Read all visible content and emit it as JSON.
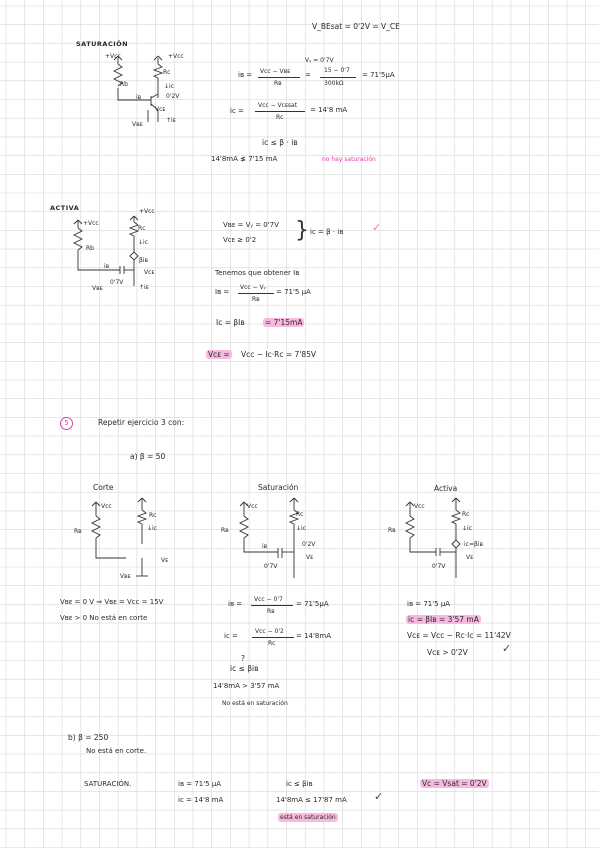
{
  "colors": {
    "grid": "#d7d7d7",
    "highlight": "#f7b9de",
    "accent_pink": "#e040a0"
  },
  "section1": {
    "top_eq": "V_BEsat = 0'2V = V_CE",
    "title": "SATURACIÓN",
    "circuit_labels": {
      "vcc_left": "+Vcc",
      "vcc_right": "+Vcc",
      "rb": "Rb",
      "rc": "Rc",
      "ic": "↓iᴄ",
      "ib": "iʙ",
      "v02": "0'2V",
      "vbe": "Vʙᴇ",
      "ie": "↑iᴇ",
      "vce": "Vᴄᴇ"
    },
    "vy": "Vᵧ = 0'7V",
    "ib_lhs": "iʙ =",
    "ib_num": "Vᴄᴄ − Vʙᴇ",
    "ib_den": "Rʙ",
    "ib_mid_num": "15 − 0'7",
    "ib_mid_den": "300kΩ",
    "ib_result": "= 71'5μA",
    "ic_lhs": "iᴄ =",
    "ic_num": "Vᴄᴄ − Vᴄᴇsat",
    "ic_den": "Rᴄ",
    "ic_result": "= 14'8 mA",
    "cond": "iᴄ ≤ β · iʙ",
    "cond_values": "14'8mA ≰ 7'15 mA",
    "verdict": "no hay saturación"
  },
  "section2": {
    "title": "ACTIVA",
    "circuit_labels": {
      "vcc_left": "+Vcc",
      "vcc_right": "+Vcc",
      "rb": "Rb",
      "rc": "Rc",
      "ic": "↓iᴄ",
      "ib": "iʙ",
      "bib": "βiʙ",
      "vce": "Vᴄᴇ",
      "vbe": "Vʙᴇ",
      "v07": "0'7V",
      "ie": "↑iᴇ"
    },
    "vbe_eq": "Vʙᴇ = Vᵧ = 0'7V",
    "vce_eq": "Vᴄᴇ ≥ 0'2",
    "brace_result": "iᴄ = β · iʙ",
    "check": "✓",
    "tenemos": "Tenemos que obtener  Iʙ",
    "ib_lhs": "Iʙ =",
    "ib_num": "Vᴄᴄ − Vᵧ",
    "ib_den": "Rʙ",
    "ib_result": "= 71'5 μA",
    "ic_eq": "Iᴄ = βIʙ",
    "ic_result": "= 7'15mA",
    "vce_label": "Vᴄᴇ =",
    "vce_result": "Vᴄᴄ − Iᴄ·Rᴄ = 7'85V"
  },
  "section3": {
    "number": "5",
    "title": "Repetir ejercicio 3 con:",
    "part_a": "a)  β = 50",
    "corte": "Corte",
    "saturacion": "Saturación",
    "activa": "Activa",
    "corte_labels": {
      "vcc": "Vcc",
      "rc": "Rc",
      "ic": "↓iᴄ",
      "rb": "Rʙ",
      "ve": "Vᴇ",
      "vbe": "Vʙᴇ"
    },
    "sat_labels": {
      "vcc": "Vcc",
      "rc": "Rᴄ",
      "ic": "↓iᴄ",
      "rb": "Rʙ",
      "ib": "iʙ",
      "v02": "0'2V",
      "ve": "Vᴇ",
      "v07": "0'7V"
    },
    "act_labels": {
      "vcc": "Vcc",
      "rc": "Rᴄ",
      "ic": "↓iᴄ",
      "rb": "Rʙ",
      "ibb": "iᴄ=βiʙ",
      "ve": "Vᴇ",
      "v07": "0'7V"
    },
    "corte_eq1": "Vʙᴇ = 0 V ⇒ Vʙᴇ = Vᴄᴄ = 15V",
    "corte_eq2": "Vʙᴇ > 0  No está en corte",
    "sat_ib_lhs": "iʙ =",
    "sat_ib_num": "Vᴄᴄ − 0'7",
    "sat_ib_den": "Rʙ",
    "sat_ib_result": "= 71'5μA",
    "sat_ic_lhs": "iᴄ =",
    "sat_ic_num": "Vᴄᴄ − 0'2",
    "sat_ic_den": "Rᴄ",
    "sat_ic_result": "= 14'8mA",
    "sat_q": "?",
    "sat_cond": "iᴄ ≤ βiʙ",
    "sat_cond_values": "14'8mA > 3'57 mA",
    "sat_verdict": "No está en saturación",
    "act_ib": "iʙ = 71'5 μA",
    "act_ic": "iᴄ = βIʙ = 3'57 mA",
    "act_vce": "Vᴄᴇ = Vᴄᴄ − Rᴄ·Iᴄ = 11'42V",
    "act_cond": "Vᴄᴇ > 0'2V",
    "act_check": "✓",
    "part_b": "b)  β = 250",
    "part_b_note": "No está en corte.",
    "b_sat": "SATURACIÓN.",
    "b_ib": "iʙ = 71'5 μA",
    "b_ic": "iᴄ = 14'8 mA",
    "b_cond": "iᴄ ≤ βiʙ",
    "b_cond_values": "14'8mA ≤ 17'87 mA",
    "b_check": "✓",
    "b_verdict": "está en saturación",
    "b_vce": "Vᴄ = Vsat = 0'2V"
  }
}
